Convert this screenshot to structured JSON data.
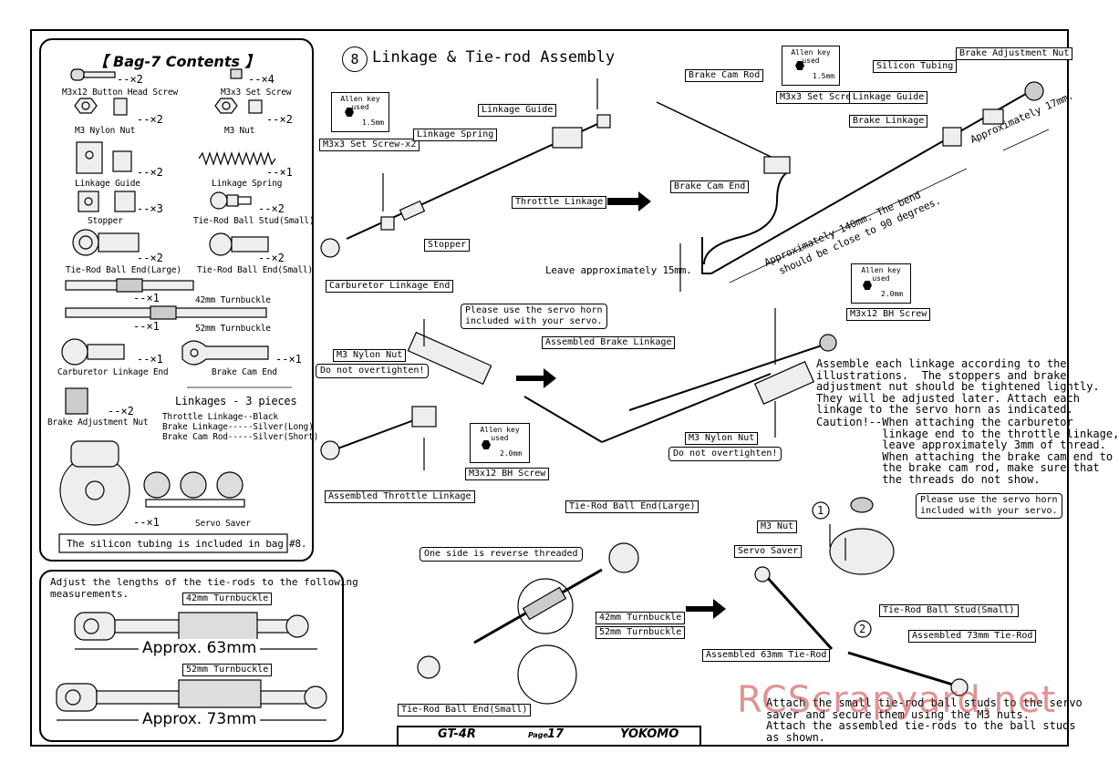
{
  "bag": {
    "title": "【 Bag-7 Contents 】",
    "items": [
      {
        "label": "M3x12 Button Head Screw",
        "qty": "--×2"
      },
      {
        "label": "M3x3 Set Screw",
        "qty": "--×4"
      },
      {
        "label": "M3 Nylon Nut",
        "qty": "--×2"
      },
      {
        "label": "M3 Nut",
        "qty": "--×2"
      },
      {
        "label": "Linkage Guide",
        "qty": "--×2"
      },
      {
        "label": "Linkage Spring",
        "qty": "--×1"
      },
      {
        "label": "Stopper",
        "qty": "--×3"
      },
      {
        "label": "Tie-Rod Ball Stud(Small)",
        "qty": "--×2"
      },
      {
        "label": "Tie-Rod Ball End(Large)",
        "qty": "--×2"
      },
      {
        "label": "Tie-Rod Ball End(Small)",
        "qty": "--×2"
      },
      {
        "label": "42mm Turnbuckle",
        "qty": "--×1"
      },
      {
        "label": "52mm Turnbuckle",
        "qty": "--×1"
      },
      {
        "label": "Carburetor Linkage End",
        "qty": "--×1"
      },
      {
        "label": "Brake Cam End",
        "qty": "--×1"
      },
      {
        "label": "Brake Adjustment Nut",
        "qty": "--×2"
      },
      {
        "label": "Servo Saver",
        "qty": "--×1"
      }
    ],
    "linkages_title": "Linkages - 3 pieces",
    "linkages_lines": [
      "Throttle Linkage--Black",
      "Brake Linkage-----Silver(Long)",
      "Brake Cam Rod-----Silver(Short)"
    ],
    "silicon_note": "The silicon tubing is included in bag #8."
  },
  "step": {
    "number": "8",
    "title": "Linkage & Tie-rod Assembly"
  },
  "allen_keys": {
    "caption": "Allen key used",
    "size1": "1.5mm",
    "size2": "2.0mm"
  },
  "callouts": {
    "m3x3_x2": "M3x3 Set Screw-x2",
    "linkage_spring": "Linkage Spring",
    "linkage_guide": "Linkage Guide",
    "throttle_linkage": "Throttle Linkage",
    "stopper": "Stopper",
    "carb_end": "Carburetor Linkage End",
    "brake_cam_rod": "Brake Cam Rod",
    "m3x3": "M3x3 Set Screw",
    "silicon_tubing": "Silicon Tubing",
    "brake_adj_nut": "Brake Adjustment Nut",
    "linkage_guide2": "Linkage Guide",
    "brake_linkage": "Brake Linkage",
    "brake_cam_end": "Brake Cam End",
    "approx_17": "Approximately 17mm.",
    "approx_140": "Approximately 140mm. The bend",
    "approx_140b": "should be close to 90 degrees.",
    "leave_15": "Leave approximately 15mm.",
    "servo_horn_note": "Please use the servo horn\nincluded with your servo.",
    "m3_nylon_nut": "M3 Nylon Nut",
    "do_not_over": "Do not overtighten!",
    "m3x12_bh": "M3x12 BH Screw",
    "assembled_throttle": "Assembled Throttle Linkage",
    "assembled_brake": "Assembled Brake Linkage",
    "m3_nylon_nut2": "M3 Nylon Nut",
    "do_not_over2": "Do not overtighten!",
    "m3x12_bh2": "M3x12 BH Screw",
    "tie_large": "Tie-Rod Ball End(Large)",
    "reverse": "One side is reverse threaded",
    "tb42": "42mm Turnbuckle",
    "tb52": "52mm Turnbuckle",
    "tie_small": "Tie-Rod Ball End(Small)",
    "m3_nut": "M3 Nut",
    "servo_saver": "Servo Saver",
    "servo_horn_note2": "Please use the servo horn\nincluded with your servo.",
    "ball_stud_small": "Tie-Rod Ball Stud(Small)",
    "assembled_63": "Assembled 63mm Tie-Rod",
    "assembled_73": "Assembled 73mm Tie-Rod",
    "circle1": "1",
    "circle2": "2"
  },
  "assemble_text": "Assemble each linkage according to the\nillustrations.  The stoppers and brake\nadjustment nut should be tightened lightly.\nThey will be adjusted later. Attach each\nlinkage to the servo horn as indicated.",
  "caution_text": "Caution!--When attaching the carburetor\n          linkage end to the throttle linkage,\n          leave approximately 3mm of thread.\n          When attaching the brake cam end to\n          the brake cam rod, make sure that\n          the threads do not show.",
  "attach_text": "Attach the small tie-rod ball studs to the servo\nsaver and secure them using the M3 nuts.\nAttach the assembled tie-rods to the ball studs\nas shown.",
  "tierod": {
    "intro": "Adjust the lengths of the tie-rods to the following\nmeasurements.",
    "tb42": "42mm Turnbuckle",
    "tb52": "52mm Turnbuckle",
    "approx63": "Approx. 63mm",
    "approx73": "Approx. 73mm"
  },
  "footer": {
    "model": "GT-4R",
    "page_label": "Page",
    "page_number": "17",
    "brand": "YOKOMO"
  },
  "watermark": "RCScrapyard.net"
}
